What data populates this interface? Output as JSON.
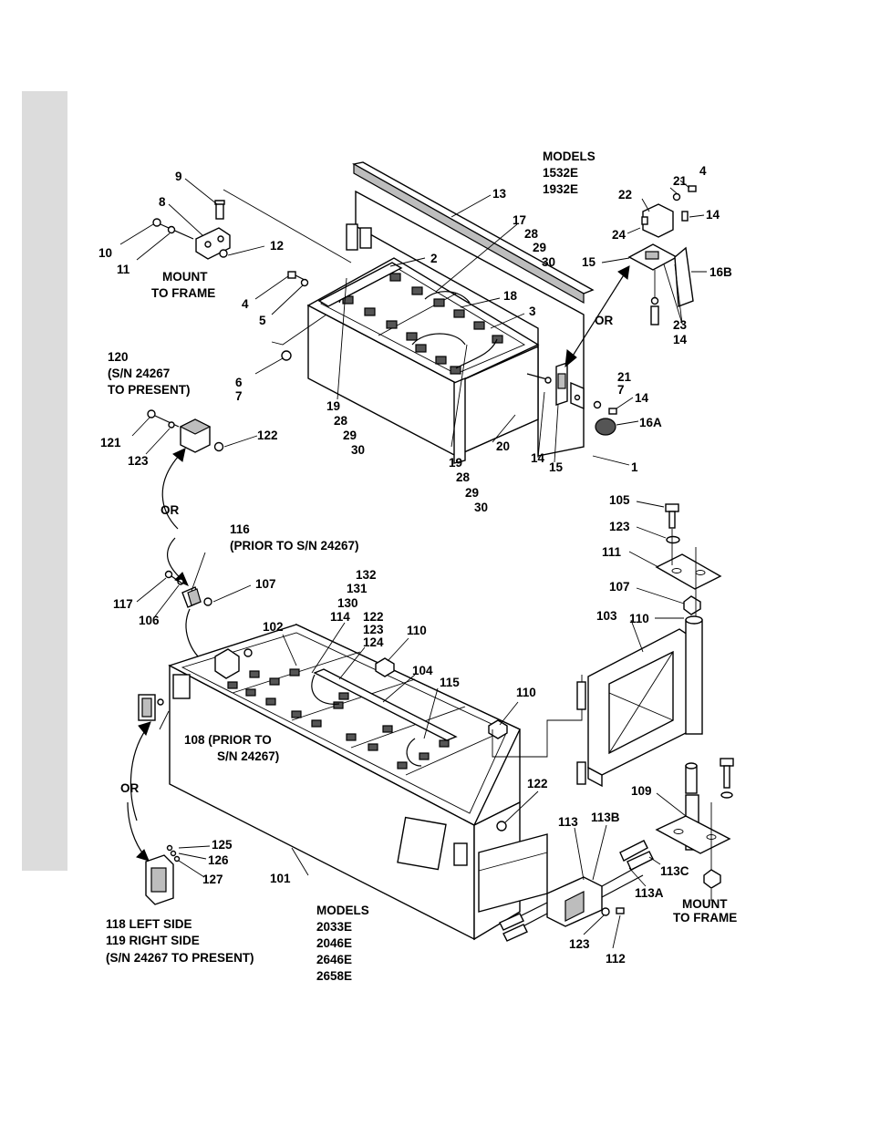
{
  "upper_assembly": {
    "models_heading": "MODELS",
    "models": [
      "1532E",
      "1932E"
    ],
    "mount_to_frame": [
      "MOUNT",
      "TO FRAME"
    ],
    "variant_120": [
      "120",
      "(S/N 24267",
      "TO PRESENT)"
    ],
    "or_label": "OR",
    "callouts": {
      "c9": "9",
      "c8": "8",
      "c10": "10",
      "c11": "11",
      "c12": "12",
      "c4a": "4",
      "c5": "5",
      "c6": "6",
      "c7a": "7",
      "c13": "13",
      "c2": "2",
      "c17": "17",
      "c28a": "28",
      "c29a": "29",
      "c30a": "30",
      "c18": "18",
      "c3": "3",
      "c19a": "19",
      "c28b": "28",
      "c29b": "29",
      "c30b": "30",
      "c19b": "19",
      "c28c": "28",
      "c29c": "29",
      "c30c": "30",
      "c20": "20",
      "c14a": "14",
      "c15a": "15",
      "c1": "1",
      "c21a": "21",
      "c7b": "7",
      "c14b": "14",
      "c16a": "16A",
      "c4b": "4",
      "c21b": "21",
      "c22": "22",
      "c14c": "14",
      "c24": "24",
      "c15b": "15",
      "c16b": "16B",
      "c23": "23",
      "c14d": "14",
      "c121": "121",
      "c123a": "123",
      "c122a": "122"
    }
  },
  "lower_assembly": {
    "models_heading": "MODELS",
    "models": [
      "2033E",
      "2046E",
      "2646E",
      "2658E"
    ],
    "mount_to_frame": [
      "MOUNT",
      "TO FRAME"
    ],
    "variant_116": [
      "116",
      "(PRIOR TO S/N 24267)"
    ],
    "variant_108": [
      "108 (PRIOR TO",
      "S/N 24267)"
    ],
    "variant_118": [
      "118 LEFT SIDE",
      "119 RIGHT SIDE",
      "(S/N 24267 TO PRESENT)"
    ],
    "or_label_1": "OR",
    "or_label_2": "OR",
    "callouts": {
      "c117": "117",
      "c106": "106",
      "c107a": "107",
      "c132": "132",
      "c131": "131",
      "c130": "130",
      "c114": "114",
      "c122b": "122",
      "c123b": "123",
      "c124": "124",
      "c102": "102",
      "c110a": "110",
      "c104": "104",
      "c115": "115",
      "c110b": "110",
      "c122c": "122",
      "c105": "105",
      "c123c": "123",
      "c111": "111",
      "c107b": "107",
      "c103": "103",
      "c110c": "110",
      "c109": "109",
      "c113": "113",
      "c113b": "113B",
      "c113c": "113C",
      "c113a": "113A",
      "c123d": "123",
      "c112": "112",
      "c101": "101",
      "c125": "125",
      "c126": "126",
      "c127": "127"
    }
  }
}
